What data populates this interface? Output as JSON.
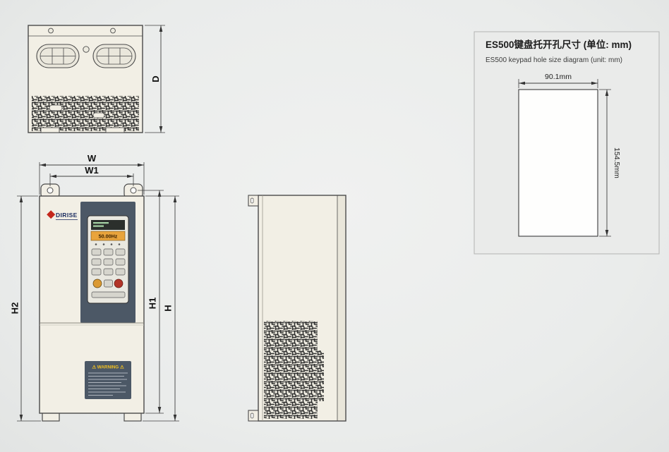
{
  "page": {
    "bg": "#eaeceb"
  },
  "dims": {
    "top_depth": "D",
    "front_width": "W",
    "front_width_inner": "W1",
    "front_height_left": "H2",
    "front_height_inner": "H1",
    "front_height": "H"
  },
  "keypad_panel": {
    "title_cn": "ES500键盘托开孔尺寸 (单位: mm)",
    "title_en": "ES500 keypad hole size diagram (unit: mm)",
    "hole_width": "90.1mm",
    "hole_height": "154.5mm"
  },
  "device": {
    "brand": "DIRISE",
    "display_value": "50.00Hz",
    "warning_title": "⚠ WARNING ⚠"
  }
}
